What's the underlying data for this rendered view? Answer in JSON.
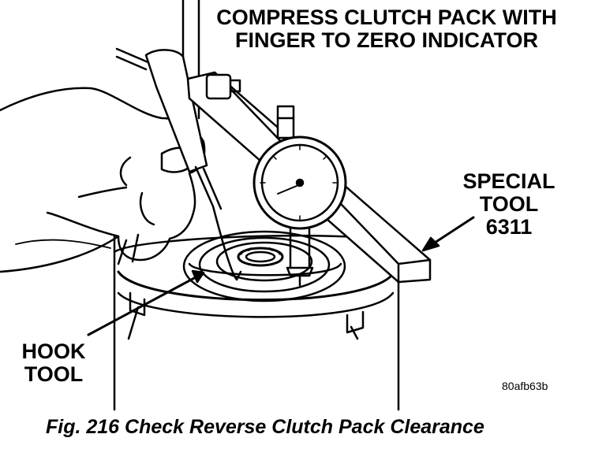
{
  "callouts": {
    "compress": [
      "COMPRESS CLUTCH PACK WITH",
      "FINGER TO ZERO INDICATOR"
    ],
    "special_tool": [
      "SPECIAL",
      "TOOL",
      "6311"
    ],
    "hook_tool": [
      "HOOK",
      "TOOL"
    ]
  },
  "image_code": "80afb63b",
  "caption": "Fig. 216 Check Reverse Clutch Pack Clearance",
  "colors": {
    "ink": "#000000",
    "paper": "#ffffff"
  }
}
